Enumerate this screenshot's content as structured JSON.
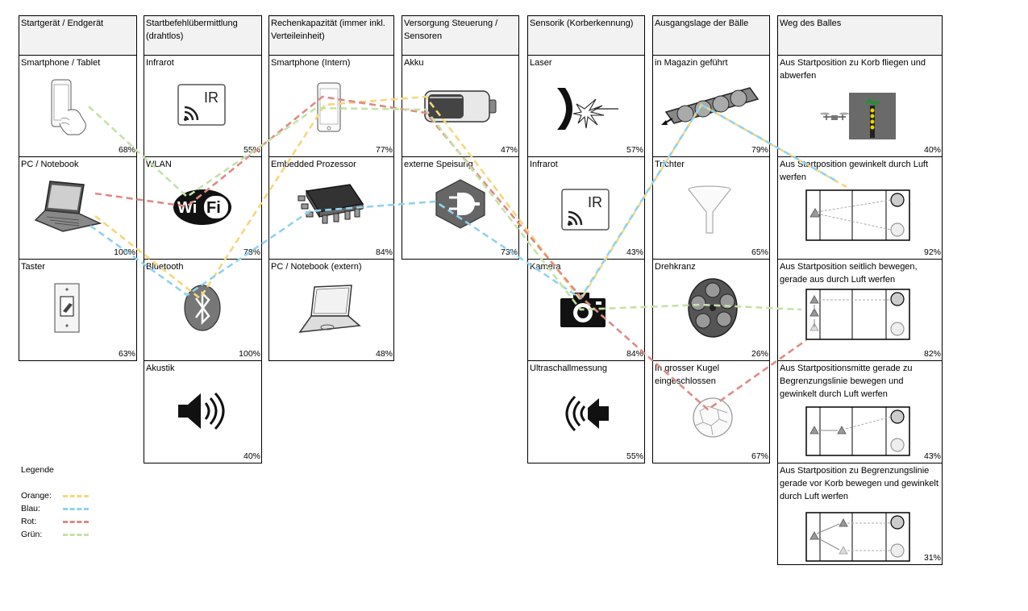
{
  "columns": [
    {
      "header": "Startgerät / Endgerät",
      "cells": [
        {
          "label": "Smartphone / Tablet",
          "pct": "68%",
          "icon": "hand-smartphone-icon"
        },
        {
          "label": "PC / Notebook",
          "pct": "100%",
          "icon": "laptop-icon"
        },
        {
          "label": "Taster",
          "pct": "63%",
          "icon": "wall-switch-icon"
        }
      ]
    },
    {
      "header": "Startbefehlübermittlung (drahtlos)",
      "cells": [
        {
          "label": "Infrarot",
          "pct": "55%",
          "icon": "infrared-icon"
        },
        {
          "label": "WLAN",
          "pct": "78%",
          "icon": "wifi-logo-icon"
        },
        {
          "label": "Bluetooth",
          "pct": "100%",
          "icon": "bluetooth-icon"
        },
        {
          "label": "Akustik",
          "pct": "40%",
          "icon": "speaker-icon"
        }
      ]
    },
    {
      "header": "Rechenkapazität (immer inkl. Verteileinheit)",
      "cells": [
        {
          "label": "Smartphone (Intern)",
          "pct": "77%",
          "icon": "smartphone-icon"
        },
        {
          "label": "Embedded Prozessor",
          "pct": "84%",
          "icon": "chip-icon"
        },
        {
          "label": "PC / Notebook (extern)",
          "pct": "48%",
          "icon": "laptop-icon"
        }
      ]
    },
    {
      "header": "Versorgung Steuerung / Sensoren",
      "cells": [
        {
          "label": "Akku",
          "pct": "47%",
          "icon": "battery-icon"
        },
        {
          "label": "externe Speisung",
          "pct": "73%",
          "icon": "plug-icon"
        }
      ]
    },
    {
      "header": "Sensorik (Korberkennung)",
      "cells": [
        {
          "label": "Laser",
          "pct": "57%",
          "icon": "laser-icon"
        },
        {
          "label": "Infrarot",
          "pct": "43%",
          "icon": "infrared-icon"
        },
        {
          "label": "Kamera",
          "pct": "84%",
          "icon": "camera-icon"
        },
        {
          "label": "Ultraschallmessung",
          "pct": "55%",
          "icon": "ultrasound-icon"
        }
      ]
    },
    {
      "header": "Ausgangslage der Bälle",
      "cells": [
        {
          "label": "in Magazin geführt",
          "pct": "79%",
          "icon": "magazine-tube-icon"
        },
        {
          "label": "Trichter",
          "pct": "65%",
          "icon": "funnel-icon"
        },
        {
          "label": "Drehkranz",
          "pct": "26%",
          "icon": "revolver-icon"
        },
        {
          "label": "In grosser Kugel eingeschlossen",
          "pct": "67%",
          "icon": "sphere-icon"
        }
      ]
    },
    {
      "header": "Weg des Balles",
      "cells": [
        {
          "label": "Aus Startposition zu Korb fliegen und abwerfen",
          "pct": "40%",
          "icon": "drone-icon"
        },
        {
          "label": "Aus Startposition gewinkelt durch Luft werfen",
          "pct": "92%",
          "icon": "field-angled-icon"
        },
        {
          "label": "Aus Startposition seitlich bewegen, gerade aus durch Luft werfen",
          "pct": "82%",
          "icon": "field-side-icon"
        },
        {
          "label": "Aus Startpositionsmitte gerade zu Begrenzungslinie bewegen und gewinkelt durch Luft werfen",
          "pct": "43%",
          "icon": "field-middle-icon"
        },
        {
          "label": "Aus Startposition zu Begrenzungslinie gerade vor Korb bewegen und gewinkelt durch Luft werfen",
          "pct": "31%",
          "icon": "field-front-icon"
        }
      ]
    }
  ],
  "legend": {
    "title": "Legende",
    "items": [
      {
        "label": "Orange:",
        "color": "#f5d77a"
      },
      {
        "label": "Blau:",
        "color": "#8fd3ee"
      },
      {
        "label": "Rot:",
        "color": "#e08a85"
      },
      {
        "label": "Grün:",
        "color": "#c5e2a6"
      }
    ]
  },
  "colors": {
    "orange": "#f5d77a",
    "blue": "#8fd3ee",
    "red": "#e08a85",
    "green": "#c5e2a6"
  }
}
